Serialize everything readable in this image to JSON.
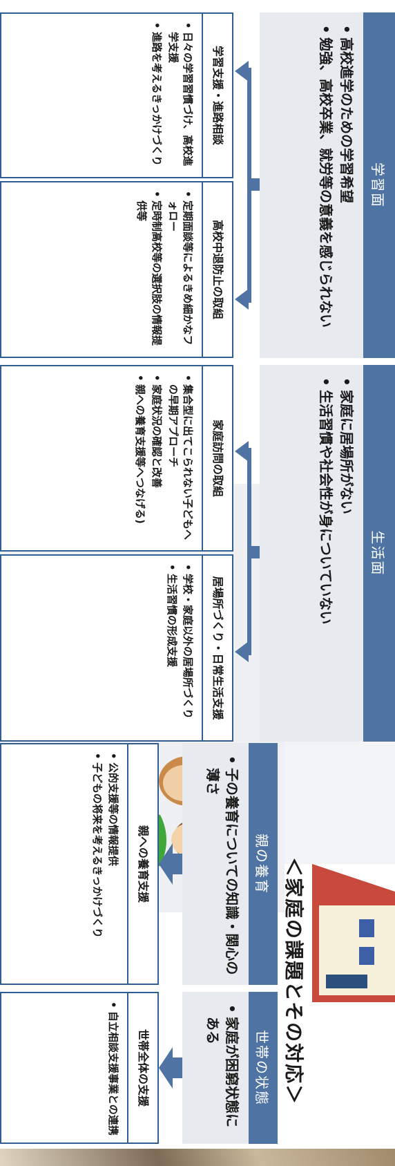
{
  "main_title": "＜家庭の課題とその対応＞",
  "learning": {
    "header": "学習面",
    "issues": [
      "高校進学のための学習希望",
      "勉強、高校卒業、就労等の意義を感じられない"
    ],
    "boxes": [
      {
        "title": "学習支援・進路相談",
        "items": [
          "日々の学習習慣づけ、高校進学支援",
          "進路を考えるきっかけづくり"
        ]
      },
      {
        "title": "高校中退防止の取組",
        "items": [
          "定期面談等によるきめ細かなフォロー",
          "定時制高校等の選択肢の情報提供等"
        ]
      }
    ]
  },
  "life": {
    "header": "生活面",
    "issues": [
      "家庭に居場所がない",
      "生活習慣や社会性が身についていない"
    ],
    "boxes": [
      {
        "title": "家庭訪問の取組",
        "items": [
          "集合型に出てこられない子どもへの早期アプローチ",
          "家庭状況の確認と改善",
          "親への養育支援等へつなげる)"
        ]
      },
      {
        "title": "居場所づくり・日常生活支援",
        "items": [
          "学校・家庭以外の居場所づくり",
          "生活習慣の形成支援"
        ]
      }
    ]
  },
  "parent": {
    "header": "親の養育",
    "issues": [
      "子の養育についての知識・関心の薄さ"
    ],
    "box": {
      "title": "親への養育支援",
      "items": [
        "公的支援等の情報提供",
        "子どもの将来を考えるきっかけづくり"
      ]
    }
  },
  "household": {
    "header": "世帯の状態",
    "issues": [
      "家庭が困窮状態にある"
    ],
    "box": {
      "title": "世帯全体の支援",
      "items": [
        "自立相談支援事業との連携"
      ]
    }
  },
  "colors": {
    "header_blue": "#4f74a4",
    "dark_blue": "#2f5f92",
    "issue_gray": "#e7eaee",
    "arrow_blue": "#4f74a4"
  }
}
